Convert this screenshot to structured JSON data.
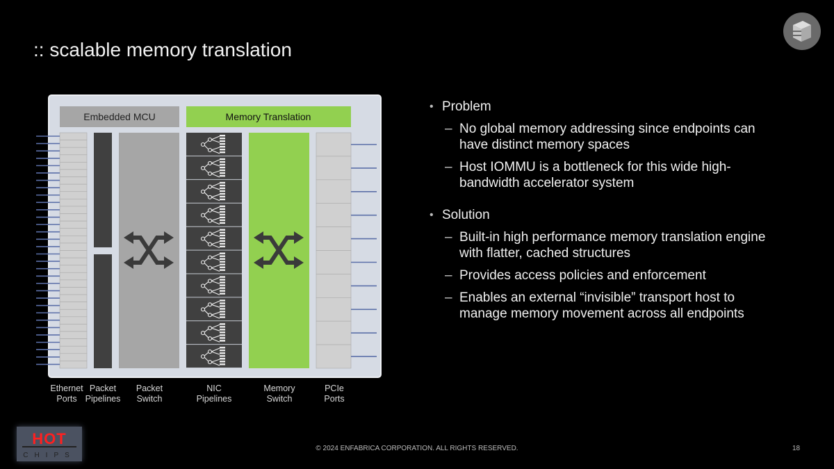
{
  "title": ":: scalable memory translation",
  "diagram": {
    "header_left": "Embedded MCU",
    "header_right": "Memory Translation",
    "labels": [
      {
        "l1": "Ethernet",
        "l2": "Ports"
      },
      {
        "l1": "Packet",
        "l2": "Pipelines"
      },
      {
        "l1": "Packet",
        "l2": "Switch"
      },
      {
        "l1": "NIC",
        "l2": "Pipelines"
      },
      {
        "l1": "Memory",
        "l2": "Switch"
      },
      {
        "l1": "PCIe",
        "l2": "Ports"
      }
    ],
    "accent": "#92d050"
  },
  "bullets": [
    {
      "label": "Problem",
      "subs": [
        "No global memory addressing since endpoints can have distinct memory spaces",
        "Host IOMMU is a bottleneck for this wide high-bandwidth accelerator system"
      ]
    },
    {
      "label": "Solution",
      "subs": [
        "Built-in high performance memory translation engine with flatter, cached structures",
        "Provides access policies and enforcement",
        "Enables an external “invisible” transport host to manage memory movement across all endpoints"
      ]
    }
  ],
  "footer": "© 2024 ENFABRICA CORPORATION. ALL RIGHTS RESERVED.",
  "page_number": "18",
  "logos": {
    "conference": "HOT CHIPS",
    "company": "Enfabrica"
  }
}
